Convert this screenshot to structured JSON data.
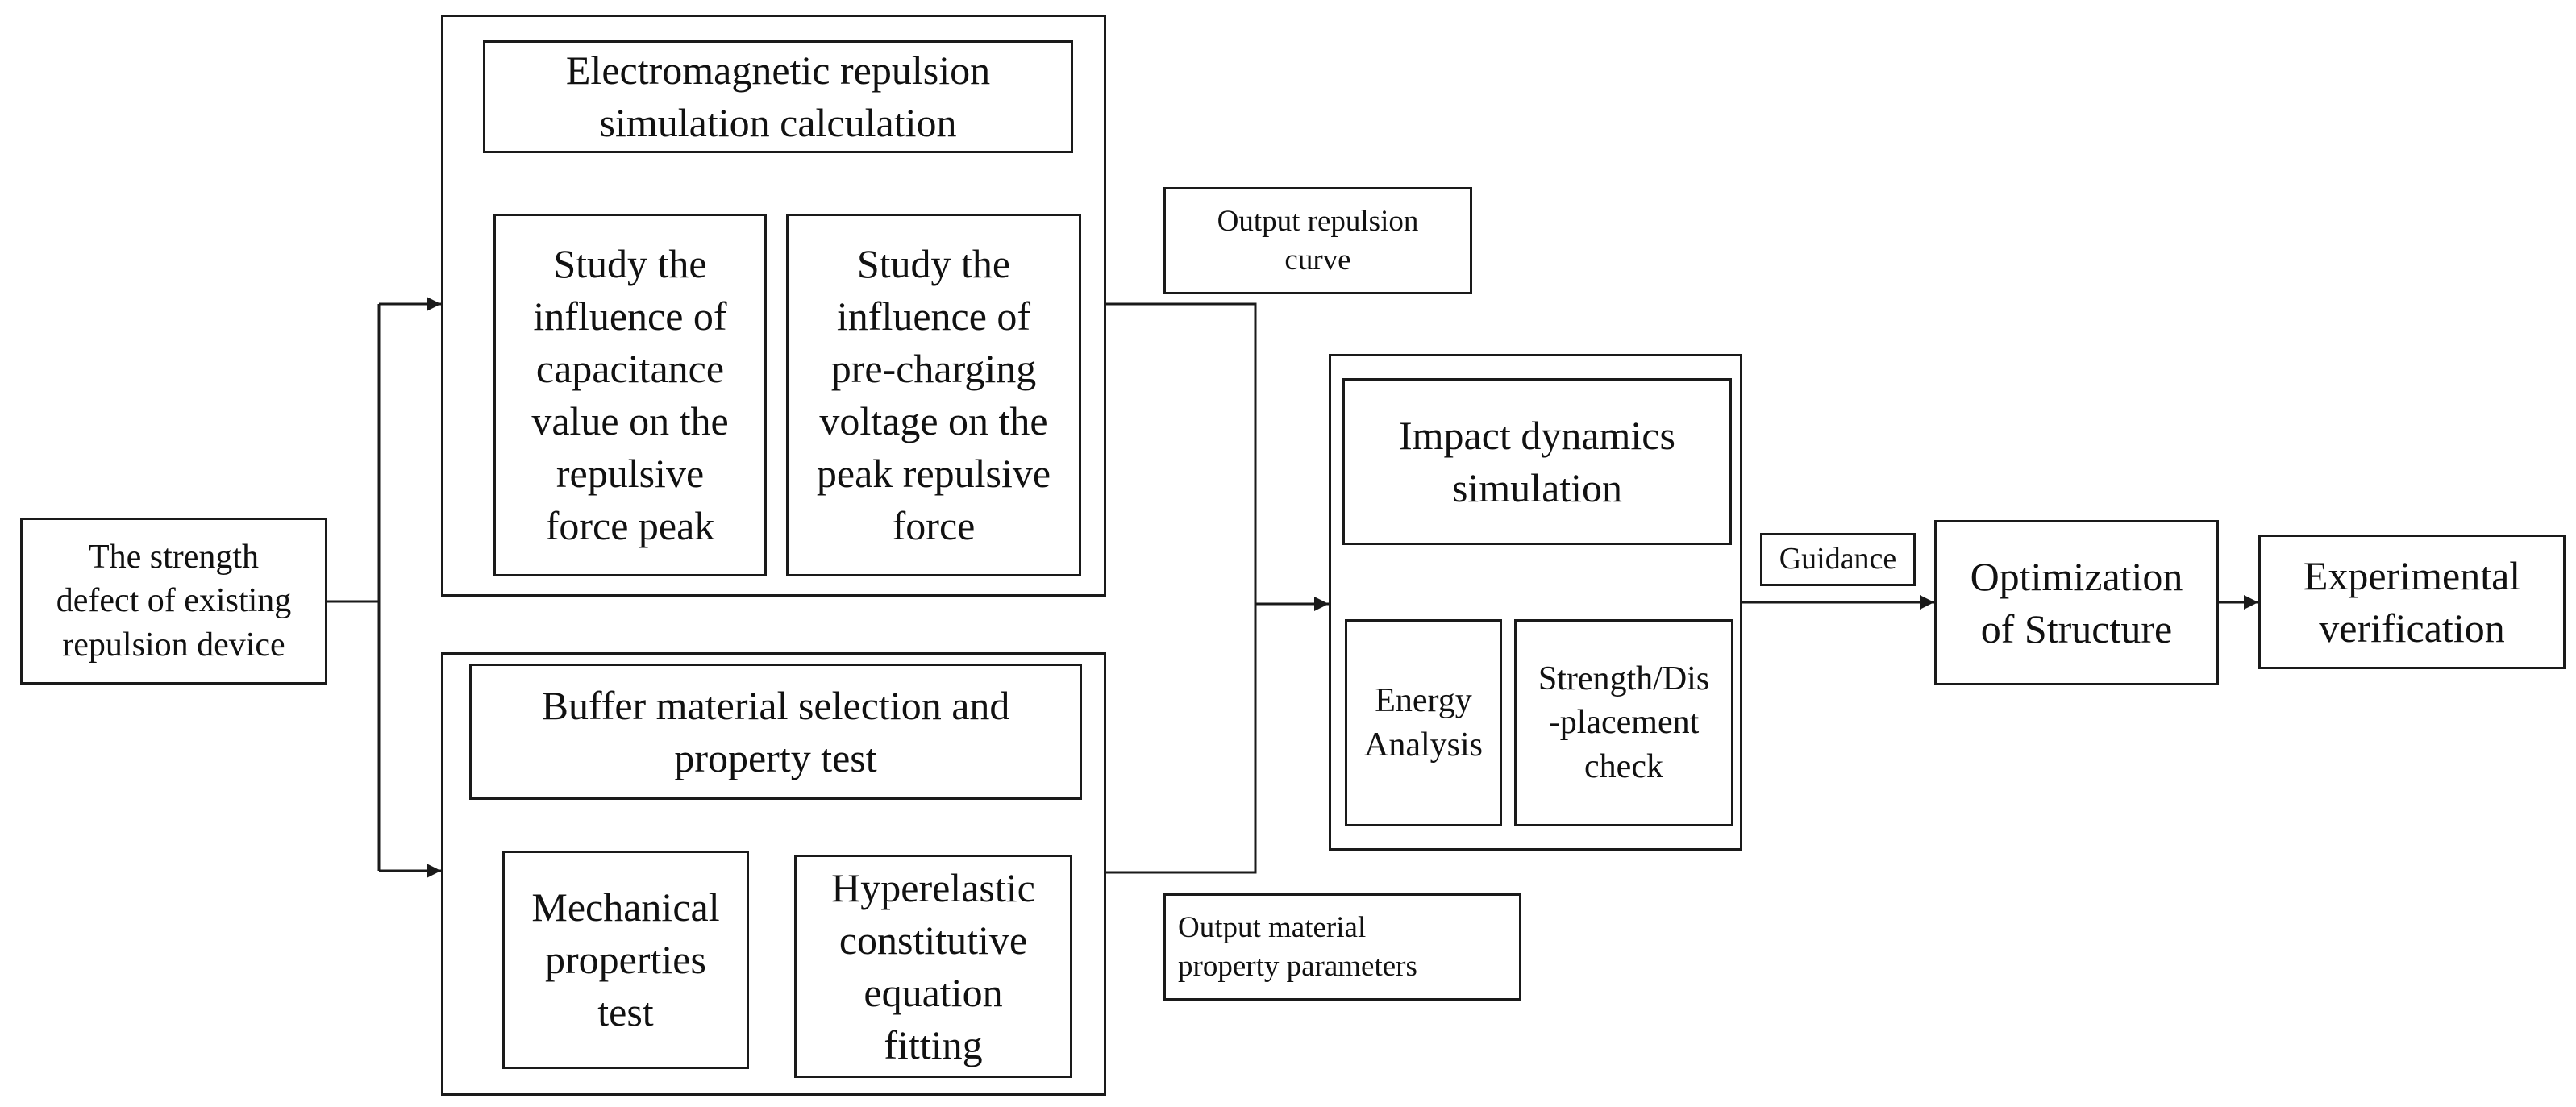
{
  "diagram": {
    "start": "The strength\ndefect of existing\nrepulsion device",
    "em_group": {
      "title": "Electromagnetic repulsion\nsimulation calculation",
      "left_study": "Study the\ninfluence of\ncapacitance\nvalue on the\nrepulsive\nforce peak",
      "right_study": "Study the\ninfluence of\npre-charging\nvoltage on the\npeak repulsive\nforce"
    },
    "buffer_group": {
      "title": "Buffer material selection and\nproperty test",
      "left_test": "Mechanical\nproperties\ntest",
      "right_fit": "Hyperelastic\nconstitutive\nequation\nfitting"
    },
    "output_repulsion": "Output repulsion\ncurve",
    "output_material": "Output material\nproperty parameters",
    "impact_group": {
      "title": "Impact dynamics\nsimulation",
      "energy": "Energy\nAnalysis",
      "strength": "Strength/Dis\n-placement\ncheck"
    },
    "guidance": "Guidance",
    "optimization": "Optimization\nof Structure",
    "verification": "Experimental\nverification"
  },
  "colors": {
    "line": "#1a1a1a",
    "text": "#111111",
    "background": "#ffffff"
  }
}
